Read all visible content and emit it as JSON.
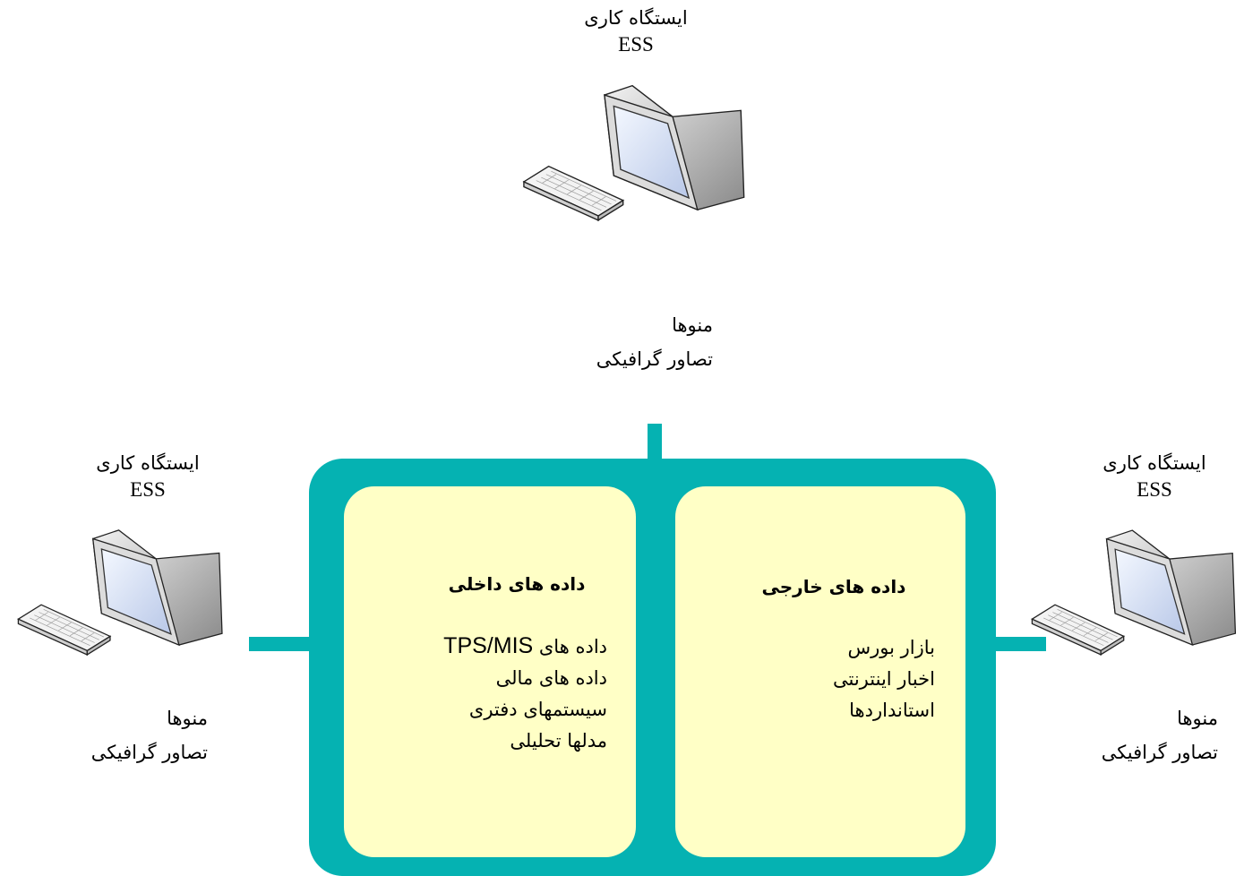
{
  "workstations": {
    "top": {
      "title": "ایستگاه کاری",
      "subtitle": "ESS",
      "menu_line1": "منوها",
      "menu_line2": "تصاور گرافیکی",
      "icon": "computer-workstation-icon"
    },
    "left": {
      "title": "ایستگاه کاری",
      "subtitle": "ESS",
      "menu_line1": "منوها",
      "menu_line2": "تصاور گرافیکی",
      "icon": "computer-workstation-icon"
    },
    "right": {
      "title": "ایستگاه کاری",
      "subtitle": "ESS",
      "menu_line1": "منوها",
      "menu_line2": "تصاور گرافیکی",
      "icon": "computer-workstation-icon"
    }
  },
  "internal_data": {
    "title": "داده های داخلی",
    "line1_prefix": "داده های",
    "line1_suffix": "TPS/MIS",
    "line2": "داده های مالی",
    "line3": "سیستمهای دفتری",
    "line4": "مدلها تحلیلی"
  },
  "external_data": {
    "title": "داده های خارجی",
    "line1": "بازار بورس",
    "line2": "اخبار اینترنتی",
    "line3": "استانداردها"
  },
  "colors": {
    "teal": "#05b2b2",
    "panel": "#ffffc6"
  }
}
